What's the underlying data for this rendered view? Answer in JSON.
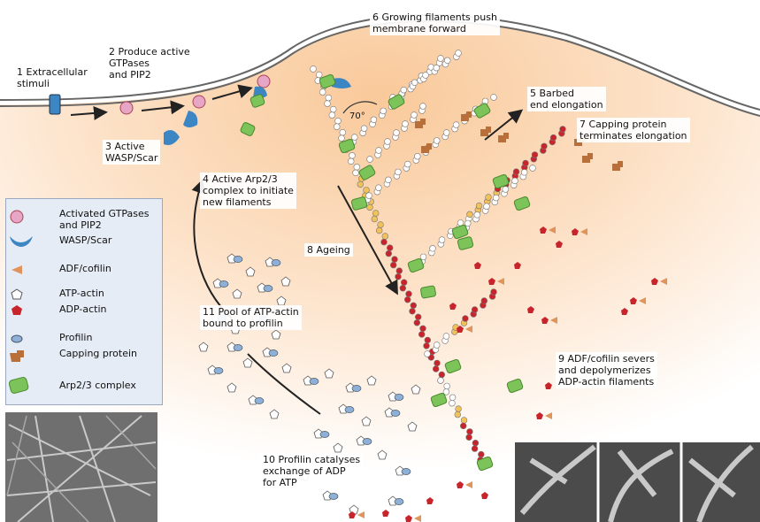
{
  "labels": {
    "l1": "1 Extracellular\nstimuli",
    "l2": "2 Produce active\nGTPases\nand PIP2",
    "l3": "3 Active\nWASP/Scar",
    "l4": "4 Active Arp2/3\ncomplex to initiate\nnew filaments",
    "l5": "5 Barbed\nend elongation",
    "l6": "6 Growing filaments push\nmembrane forward",
    "l7": "7  Capping protein\nterminates elongation",
    "l8": "8  Ageing",
    "l9": "9  ADF/cofilin severs\nand depolymerizes\nADP-actin filaments",
    "l10": "10 Profilin catalyses\nexchange of ADP\nfor ATP",
    "l11": "11  Pool of ATP-actin\nbound to profilin",
    "angle": "70°"
  },
  "legend": [
    {
      "icon": "gtpase-pip2-icon",
      "text": "Activated GTPases\nand PIP2"
    },
    {
      "icon": "wasp-scar-icon",
      "text": "WASP/Scar"
    },
    {
      "icon": "adf-cofilin-icon",
      "text": "ADF/cofilin"
    },
    {
      "icon": "atp-actin-icon",
      "text": "ATP-actin"
    },
    {
      "icon": "adp-actin-icon",
      "text": "ADP-actin"
    },
    {
      "icon": "profilin-icon",
      "text": "Profilin"
    },
    {
      "icon": "capping-protein-icon",
      "text": "Capping protein"
    },
    {
      "icon": "arp23-complex-icon",
      "text": "Arp2/3 complex"
    }
  ],
  "colors": {
    "cytoplasm": "#fbd9b8",
    "gtpase": "#e8a6c6",
    "wasp": "#3d86c4",
    "adf": "#e0935a",
    "atp_actin": "#ffffff",
    "adp_actin": "#c8242c",
    "profilin": "#8fb0d6",
    "capping": "#b86f3a",
    "arp23": "#7cc45a",
    "legend_bg": "#e6ecf5"
  }
}
